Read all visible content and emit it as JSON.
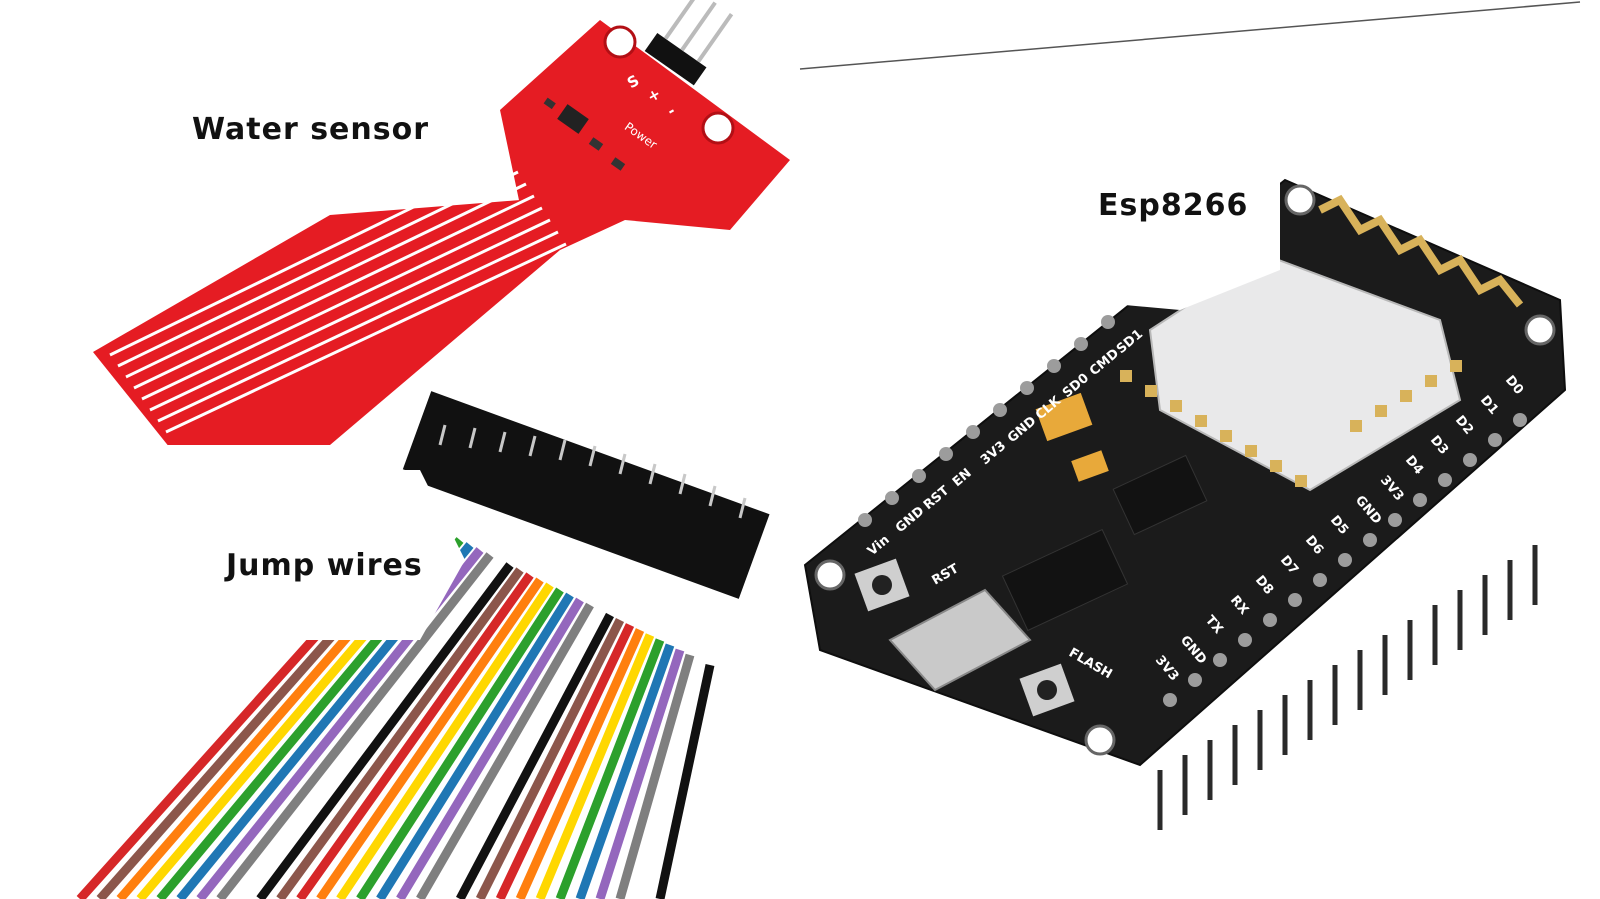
{
  "labels": {
    "water_sensor": "Water sensor",
    "jump_wires": "Jump wires",
    "esp8266": "Esp8266"
  },
  "sensor_board": {
    "pin_labels": [
      "S",
      "+",
      "-"
    ],
    "power_label": "Power"
  },
  "esp_board": {
    "left_pins": [
      "Vin",
      "GND",
      "RST",
      "EN",
      "3V3",
      "GND",
      "CLK",
      "SD0",
      "CMD",
      "SD1"
    ],
    "right_pins": [
      "D0",
      "D1",
      "D2",
      "D3",
      "D4",
      "3V3",
      "GND",
      "D5",
      "D6",
      "D7",
      "D8",
      "RX",
      "TX",
      "GND",
      "3V3"
    ],
    "button_labels": [
      "RST",
      "FLASH"
    ]
  },
  "colors": {
    "sensor_red": "#e51c23",
    "board_black": "#1b1b1b",
    "gold": "#d8b25a",
    "module_silver": "#e9e9ea"
  }
}
